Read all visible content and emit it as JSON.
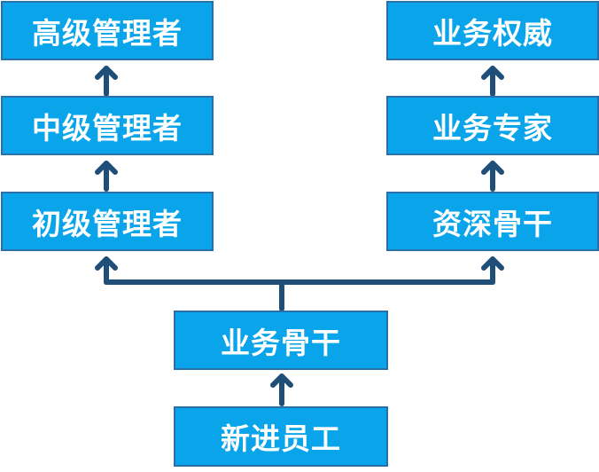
{
  "colors": {
    "box_fill": "#0aa4ea",
    "box_border": "#2a6fa8",
    "connector": "#1f4e79",
    "text": "#ffffff"
  },
  "nodes": {
    "senior_manager": "高级管理者",
    "middle_manager": "中级管理者",
    "junior_manager": "初级管理者",
    "business_authority": "业务权威",
    "business_expert": "业务专家",
    "senior_backbone": "资深骨干",
    "business_backbone": "业务骨干",
    "new_employee": "新进员工"
  }
}
